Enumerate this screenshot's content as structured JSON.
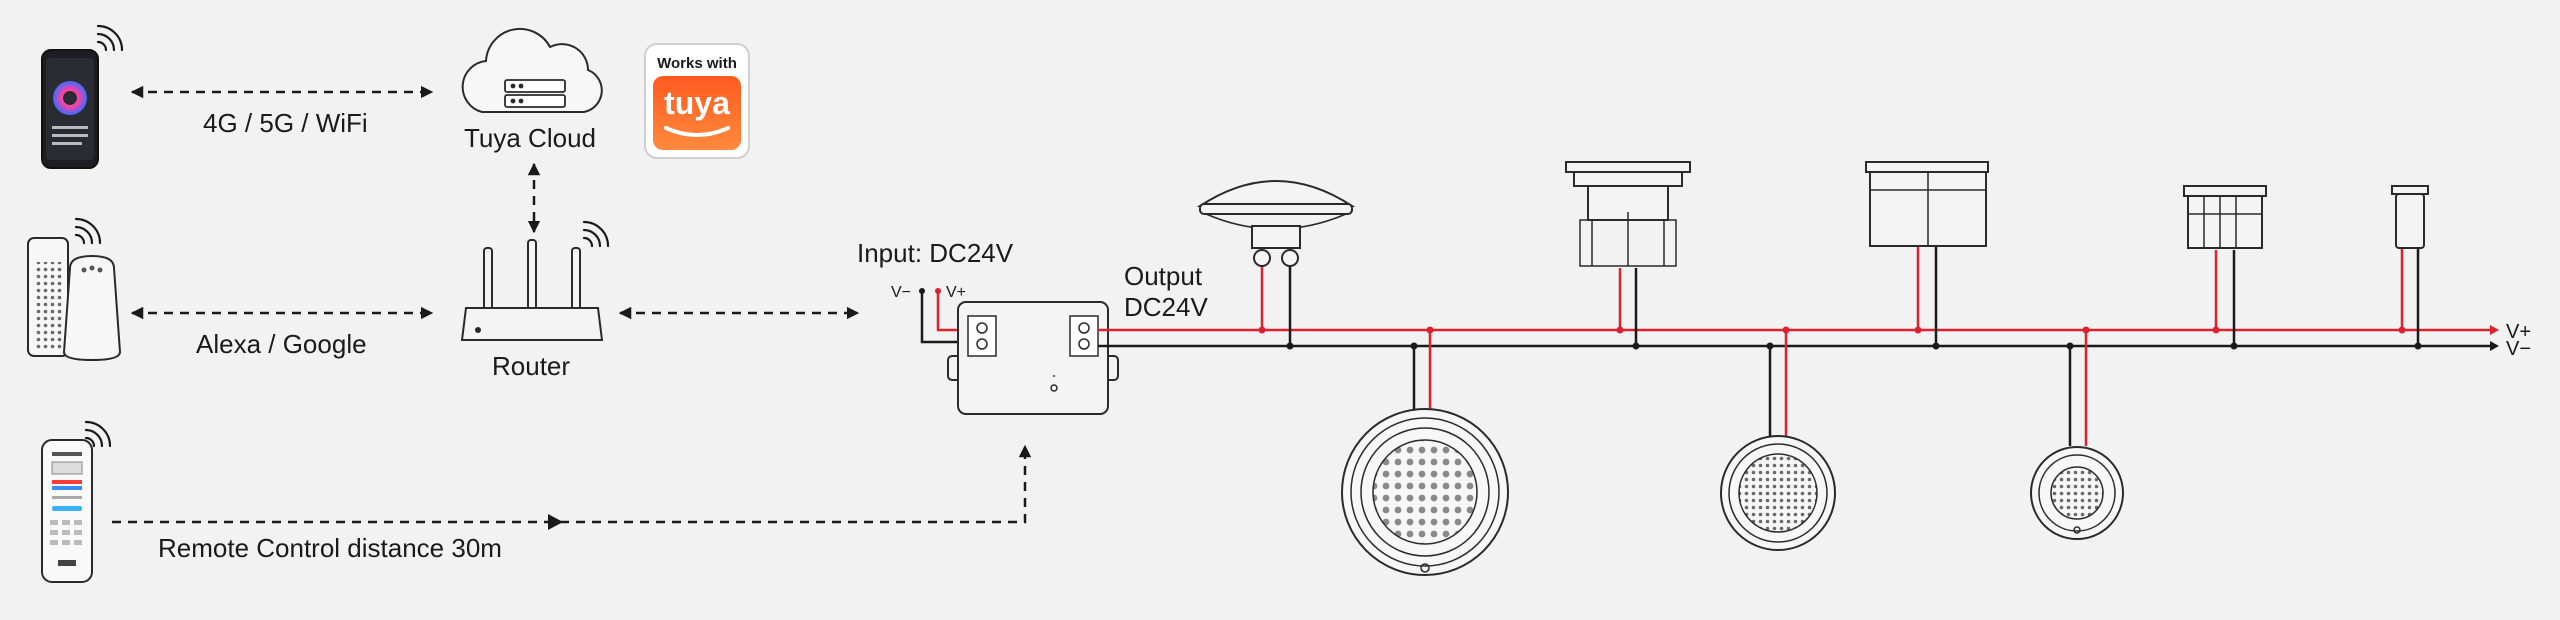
{
  "connections": {
    "phone_cloud": "4G / 5G / WiFi",
    "speaker_router": "Alexa / Google",
    "remote": "Remote Control distance 30m"
  },
  "devices": {
    "cloud": "Tuya Cloud",
    "router": "Router"
  },
  "badge": {
    "line1": "Works with",
    "line2": "tuya"
  },
  "controller": {
    "input": "Input: DC24V",
    "output_line1": "Output",
    "output_line2": "DC24V",
    "vminus": "V−",
    "vplus": "V+"
  },
  "bus": {
    "vplus": "V+",
    "vminus": "V−"
  },
  "colors": {
    "positive_wire": "#d9232e",
    "negative_wire": "#1a1a1a",
    "tuya_orange": "#ff4800"
  }
}
